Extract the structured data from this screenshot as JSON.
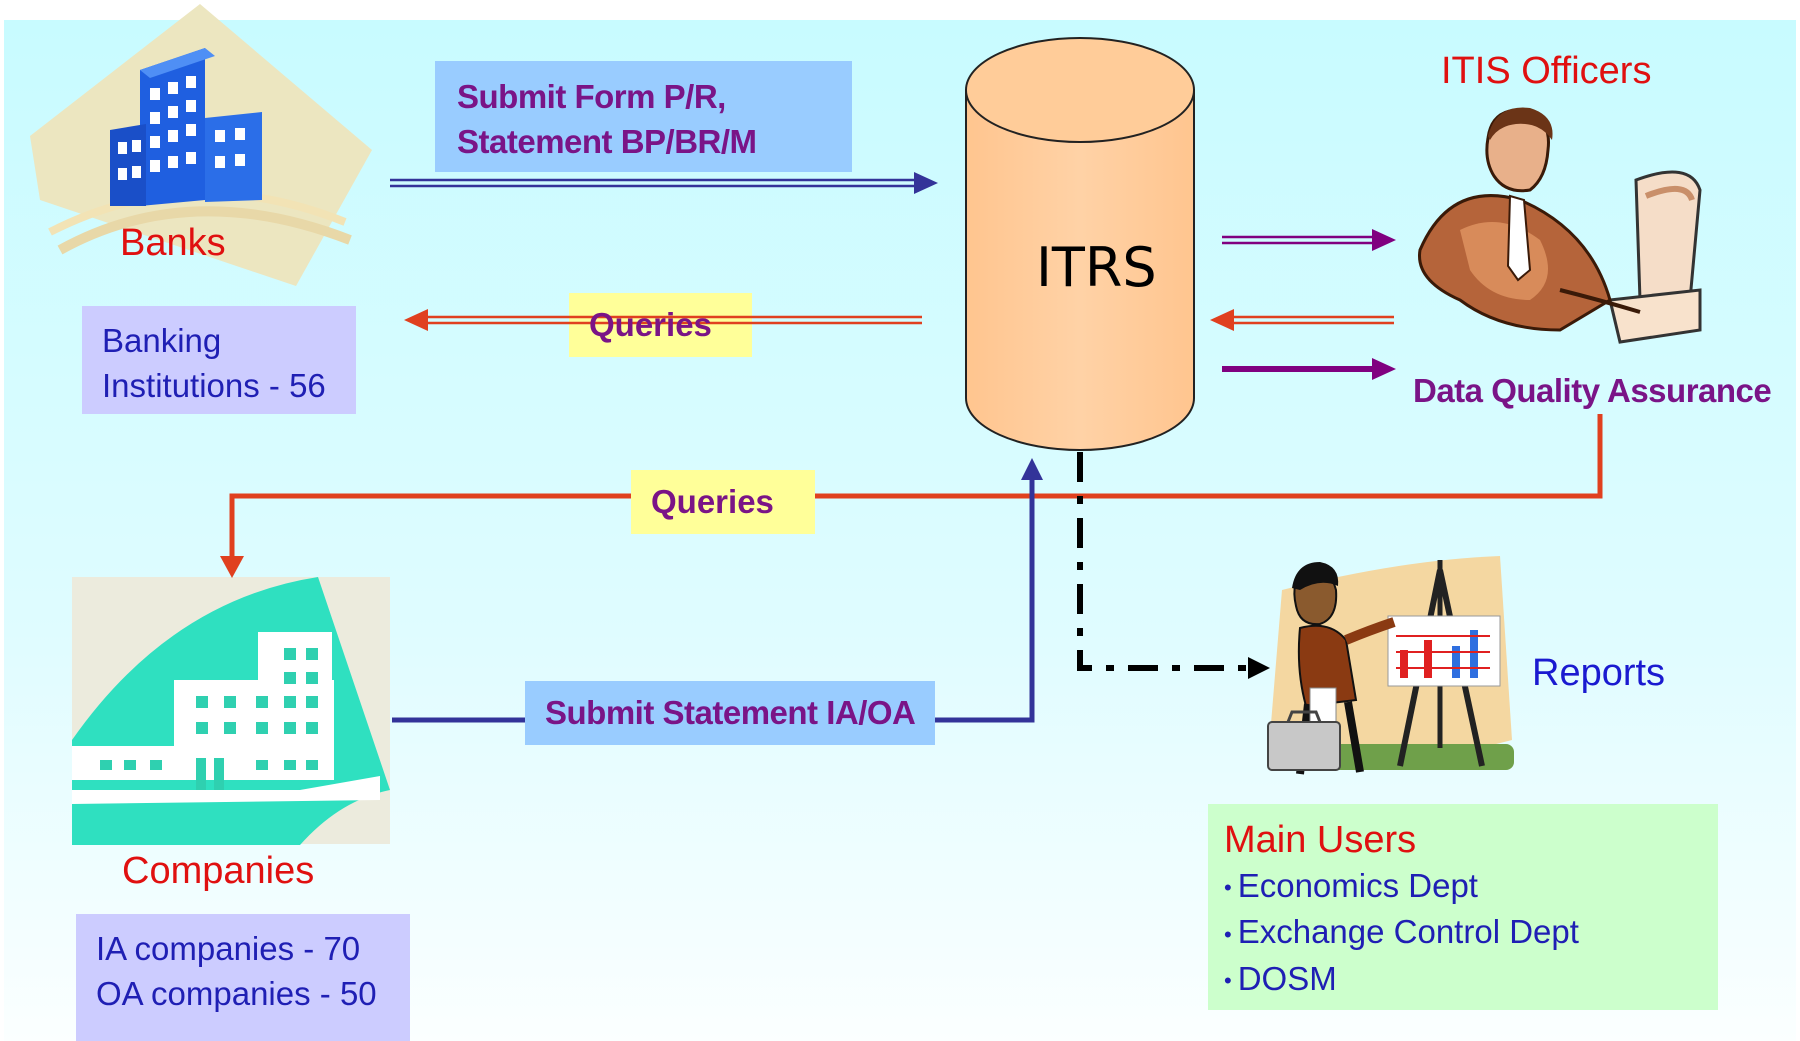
{
  "colors": {
    "background_top": "#ffffff",
    "background_main": "#cdfaff",
    "light_blue_box": "#99ccff",
    "yellow_box": "#ffff99",
    "lavender_box": "#ccccff",
    "green_box": "#ccffcc",
    "cylinder": "#ffcc99",
    "arrow_blue": "#333399",
    "arrow_red": "#e0401f",
    "arrow_purple": "#800080",
    "text_red": "#e01010",
    "text_purple": "#7a1487",
    "text_blue": "#1f1fb4"
  },
  "banks": {
    "title": "Banks",
    "icon": "bank-buildings-icon",
    "details": [
      "Banking",
      "Institutions - 56"
    ]
  },
  "companies": {
    "title": "Companies",
    "icon": "company-building-icon",
    "details": [
      "IA companies - 70",
      "OA companies - 50"
    ]
  },
  "itrs": {
    "label": "ITRS",
    "icon": "database-cylinder-icon"
  },
  "itis": {
    "title": "ITIS Officers",
    "icon": "officer-at-computer-icon",
    "subtitle": "Data Quality Assurance"
  },
  "reports": {
    "label": "Reports",
    "icon": "presenter-with-chart-icon"
  },
  "flows": {
    "submit_form_line1": "Submit Form P/R,",
    "submit_form_line2": "Statement BP/BR/M",
    "queries_banks": "Queries",
    "queries_companies": "Queries",
    "submit_statement": "Submit Statement IA/OA"
  },
  "main_users": {
    "title": "Main Users",
    "bullet": "•",
    "items": [
      "Economics Dept",
      "Exchange Control Dept",
      "DOSM"
    ]
  }
}
